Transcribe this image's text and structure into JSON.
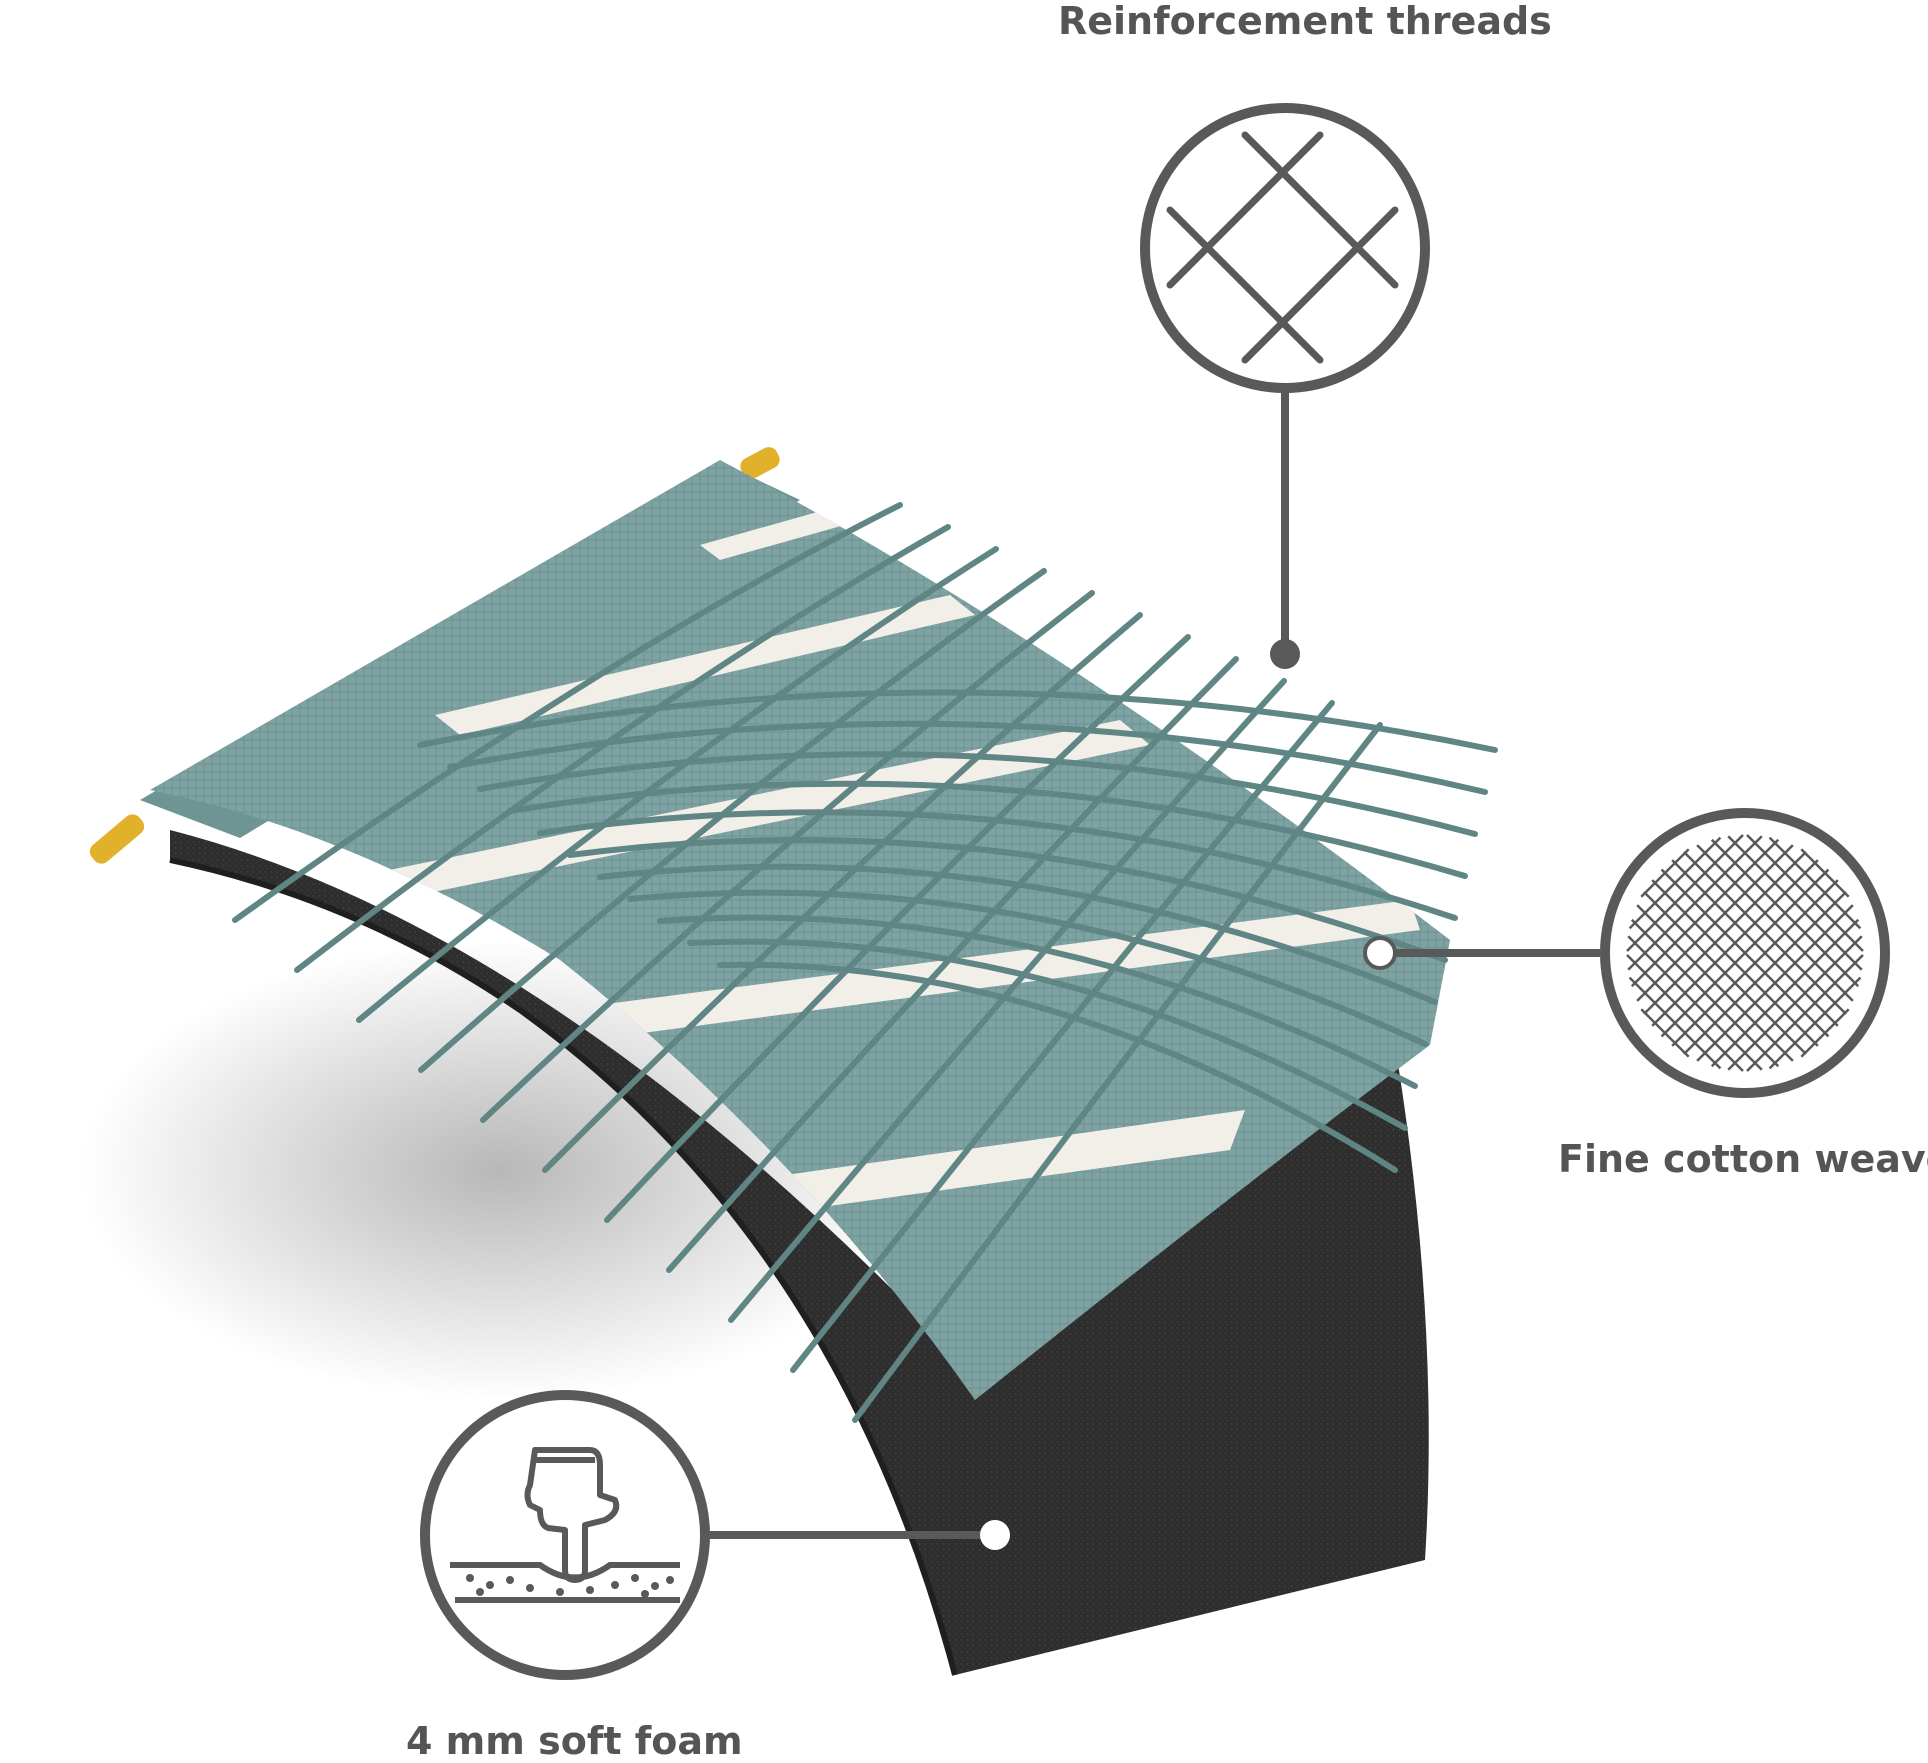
{
  "callouts": {
    "reinforcement_threads": "Reinforcement threads",
    "fine_cotton_weave": "Fine cotton weave",
    "soft_foam": "4 mm soft foam"
  },
  "colors": {
    "fabric": "#7fa3a3",
    "fabric_dark": "#5f8585",
    "stripe": "#f2eee8",
    "foam": "#2e2e2e",
    "rod": "#e1b12c",
    "callout": "#595959"
  },
  "icons": [
    "cross-thread-icon",
    "fine-weave-icon",
    "hand-press-foam-icon"
  ]
}
